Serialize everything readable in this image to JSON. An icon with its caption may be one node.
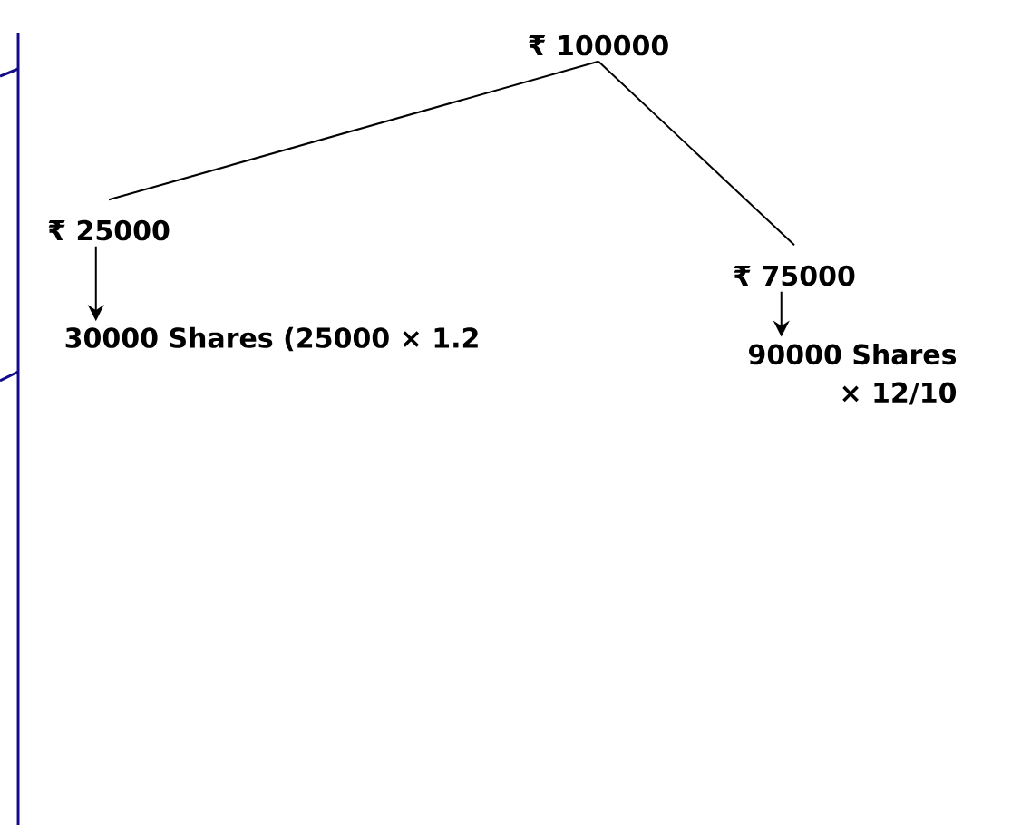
{
  "diagram": {
    "nodes": [
      {
        "text": [
          "₹ 100000"
        ]
      },
      {
        "text": [
          "₹ 25000"
        ]
      },
      {
        "text": [
          "30000 Shares (25000 × 1.2"
        ]
      },
      {
        "text": [
          "₹ 75000"
        ]
      },
      {
        "text": [
          "90000 Shares",
          "× 12/10"
        ]
      }
    ],
    "edges": [
      {
        "from": 0,
        "to": 1,
        "arrow": "none"
      },
      {
        "from": 0,
        "to": 3,
        "arrow": "none"
      },
      {
        "from": 1,
        "to": 2,
        "arrow": "to"
      },
      {
        "from": 3,
        "to": 4,
        "arrow": "to"
      }
    ]
  }
}
